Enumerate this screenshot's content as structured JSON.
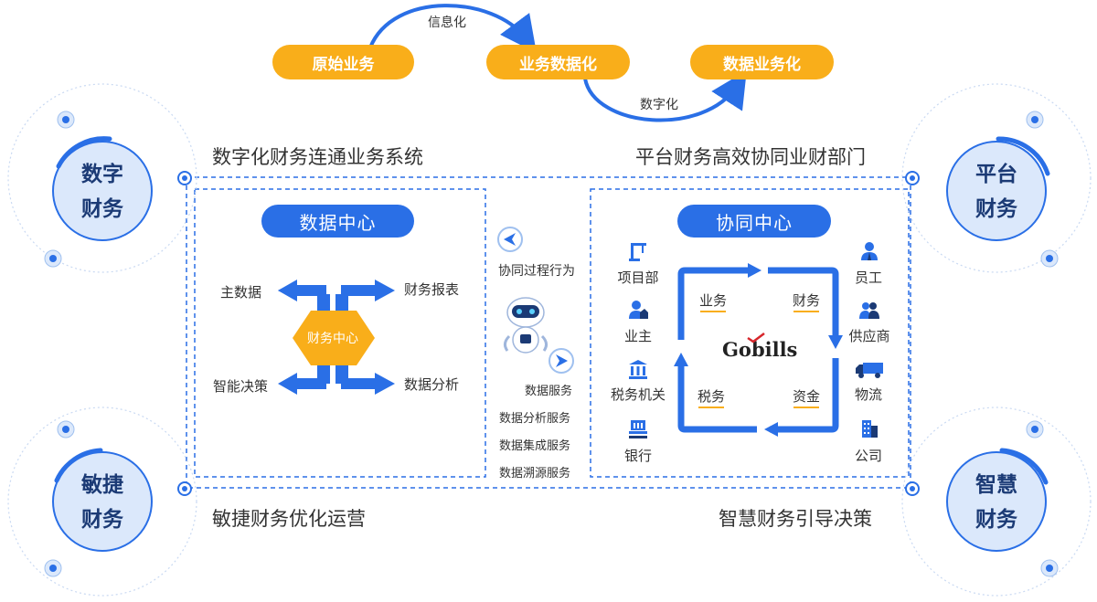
{
  "top_flow": {
    "step1": "原始业务",
    "step2": "业务数据化",
    "step3": "数据业务化",
    "arrow1_label": "信息化",
    "arrow2_label": "数字化"
  },
  "corners": {
    "top_left": {
      "circle_line1": "数字",
      "circle_line2": "财务",
      "caption": "数字化财务连通业务系统"
    },
    "top_right": {
      "circle_line1": "平台",
      "circle_line2": "财务",
      "caption": "平台财务高效协同业财部门"
    },
    "bottom_left": {
      "circle_line1": "敏捷",
      "circle_line2": "财务",
      "caption": "敏捷财务优化运营"
    },
    "bottom_right": {
      "circle_line1": "智慧",
      "circle_line2": "财务",
      "caption": "智慧财务引导决策"
    }
  },
  "data_center": {
    "title": "数据中心",
    "hub": "财务中心",
    "top_left": "主数据",
    "top_right": "财务报表",
    "bottom_left": "智能决策",
    "bottom_right": "数据分析"
  },
  "middle": {
    "behavior": "协同过程行为",
    "services": [
      "数据服务",
      "数据分析服务",
      "数据集成服务",
      "数据溯源服务"
    ]
  },
  "collab_center": {
    "title": "协同中心",
    "brand": "Gobills",
    "inner": {
      "tl": "业务",
      "tr": "财务",
      "bl": "税务",
      "br": "资金"
    },
    "left": [
      {
        "label": "项目部",
        "icon": "crane-icon"
      },
      {
        "label": "业主",
        "icon": "owner-house-icon"
      },
      {
        "label": "税务机关",
        "icon": "government-building-icon"
      },
      {
        "label": "银行",
        "icon": "bank-icon"
      }
    ],
    "right": [
      {
        "label": "员工",
        "icon": "employee-icon"
      },
      {
        "label": "供应商",
        "icon": "supplier-people-icon"
      },
      {
        "label": "物流",
        "icon": "truck-icon"
      },
      {
        "label": "公司",
        "icon": "company-building-icon"
      }
    ]
  },
  "colors": {
    "orange": "#f9ae1a",
    "blue": "#2a6fe6",
    "navy": "#1b3a75",
    "light_blue": "#dbe8fb"
  }
}
